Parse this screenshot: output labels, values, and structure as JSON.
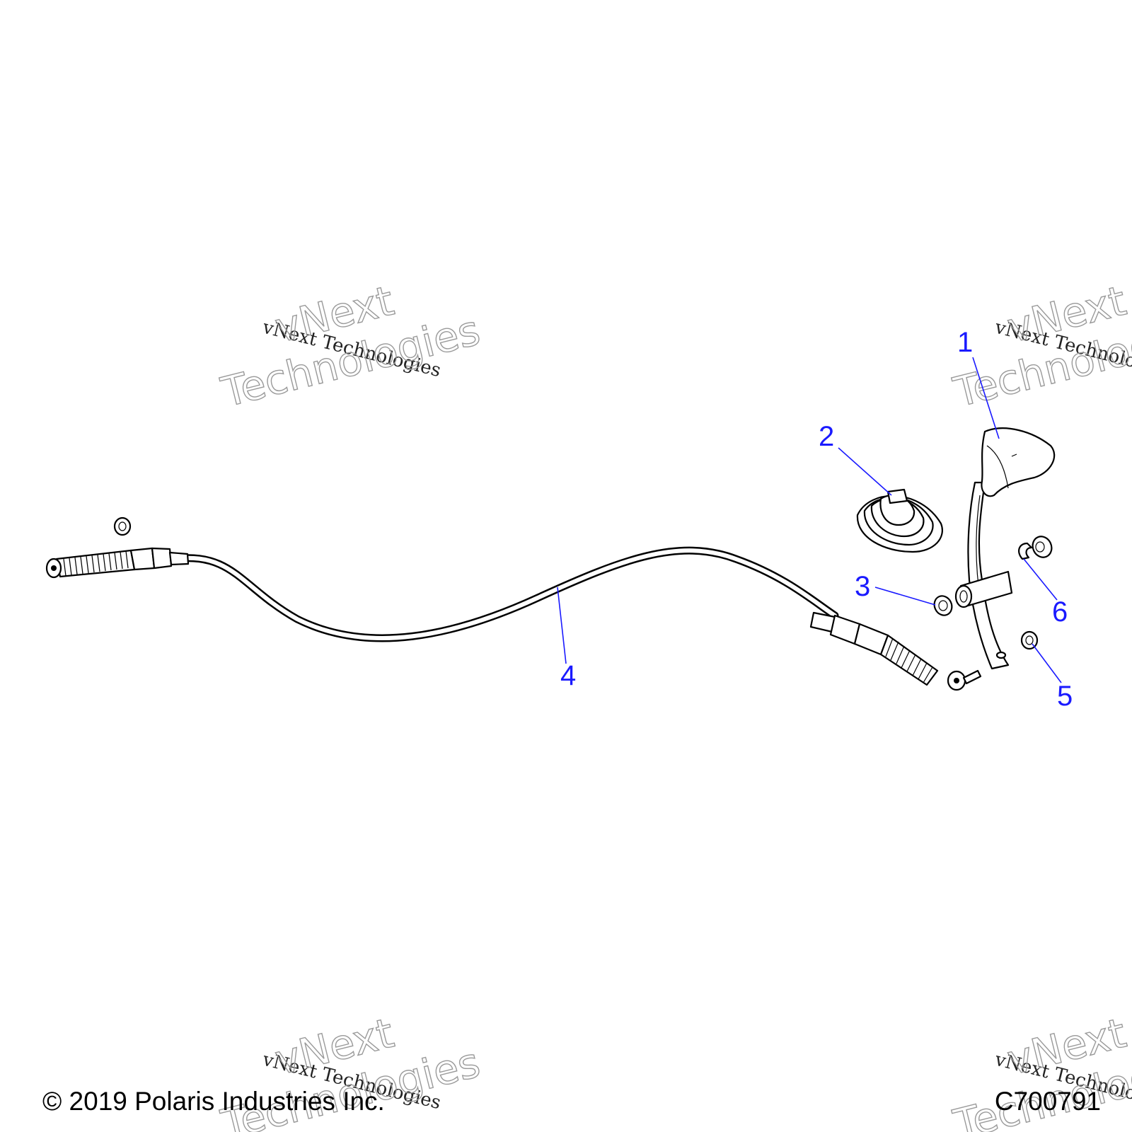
{
  "callouts": [
    {
      "id": "1",
      "label": "1"
    },
    {
      "id": "2",
      "label": "2"
    },
    {
      "id": "3",
      "label": "3"
    },
    {
      "id": "4",
      "label": "4"
    },
    {
      "id": "5",
      "label": "5"
    },
    {
      "id": "6",
      "label": "6"
    }
  ],
  "watermark": {
    "small_text": "vNext Technologies",
    "big_line1": "vNext",
    "big_line2": "Technologies"
  },
  "footer": {
    "copyright": "© 2019 Polaris Industries Inc.",
    "drawing_id": "C700791"
  },
  "colors": {
    "callout": "#1a1aff",
    "line": "#000000",
    "watermark_outline": "#9a9a9a"
  }
}
